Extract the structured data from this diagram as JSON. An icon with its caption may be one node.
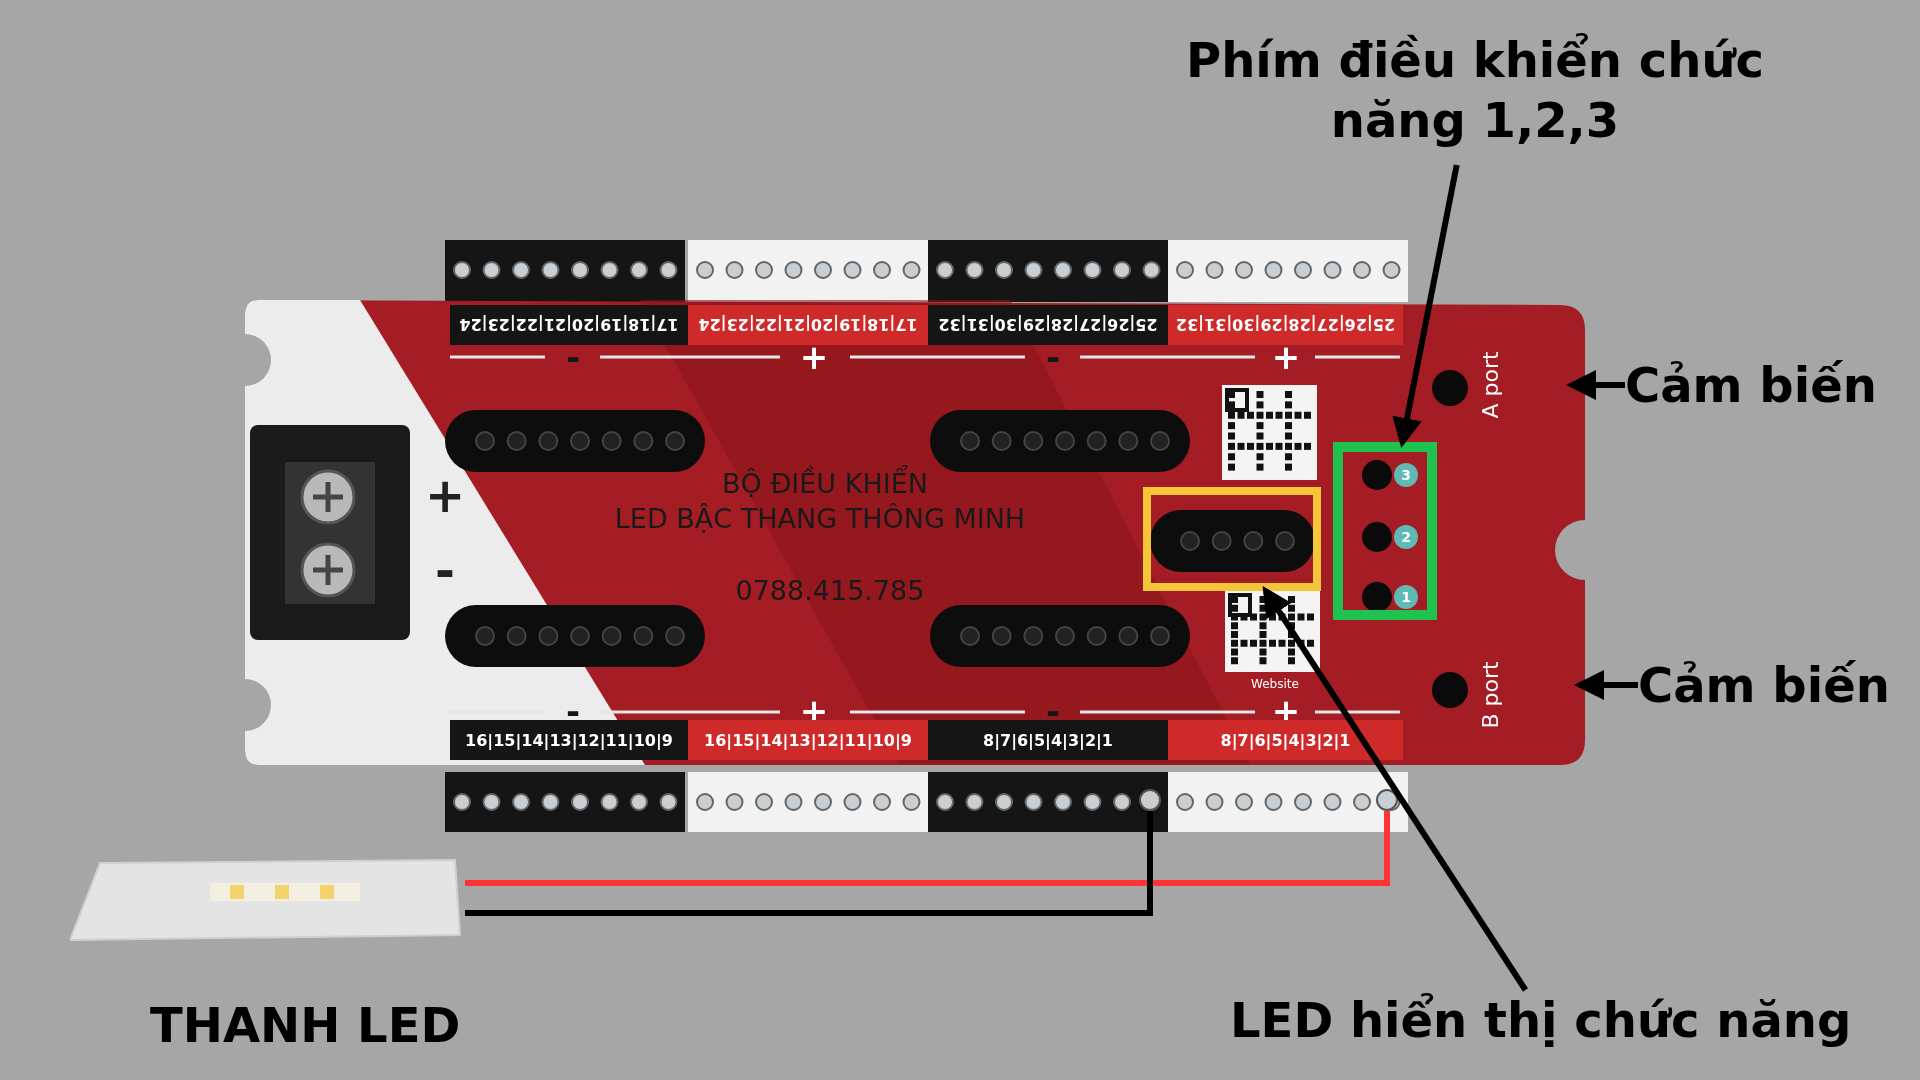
{
  "diagram": {
    "nodes": [
      {
        "text": [
          "Phím điều khiển chức năng 1,2,3"
        ]
      },
      {
        "text": [],
        "shape": "box"
      },
      {
        "text": [
          "Cảm biến"
        ]
      },
      {
        "text": [
          "Cảm biến"
        ]
      },
      {
        "text": [
          "LED hiển thị chức năng"
        ]
      },
      {
        "text": [],
        "shape": "box"
      },
      {
        "text": [],
        "shape": "picture",
        "beside": [
          "THANH LED"
        ]
      },
      {
        "text": [],
        "shape": "circle"
      },
      {
        "text": [],
        "shape": "circle"
      }
    ],
    "edges": [
      {
        "from": 0,
        "to": 5,
        "arrow": "to"
      },
      {
        "from": 2,
        "to": null,
        "arrow": "to"
      },
      {
        "from": 3,
        "to": null,
        "arrow": "to"
      },
      {
        "from": 4,
        "to": 1,
        "arrow": "to"
      },
      {
        "from": 6,
        "to": 8,
        "arrow": "none",
        "color": "#ff3333"
      },
      {
        "from": 6,
        "to": 7,
        "arrow": "none"
      }
    ],
    "labels": [
      "17|18|19|20|21|22|23|24",
      "17|18|19|20|21|22|23|24",
      "25|26|27|28|29|30|31|32",
      "25|26|27|28|29|30|31|32",
      "-",
      "+",
      "-",
      "+",
      "+",
      "-",
      "BỘ ĐIỀU KHIỂN",
      "LED BẬC THANG THÔNG MINH",
      "0788.415.785",
      "3",
      "2",
      "1",
      "A port",
      "Website",
      "B port",
      "-",
      "+",
      "-",
      "+",
      "16|15|14|13|12|11|10|9",
      "16|15|14|13|12|11|10|9",
      "8|7|6|5|4|3|2|1",
      "8|7|6|5|4|3|2|1"
    ]
  }
}
